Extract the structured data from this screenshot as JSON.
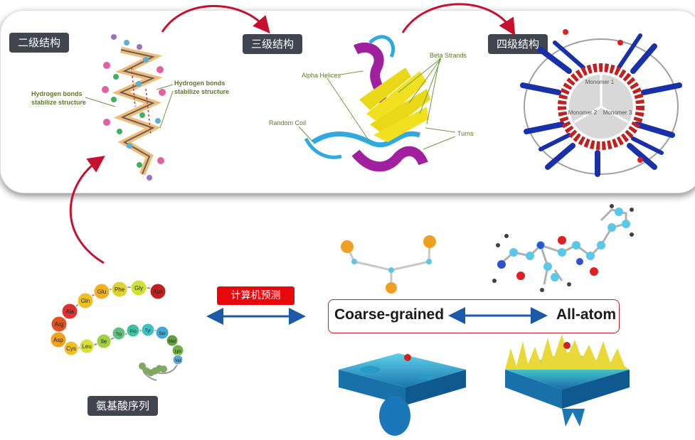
{
  "tags": {
    "secondary": "二级结构",
    "tertiary": "三级结构",
    "quaternary": "四级结构",
    "sequence": "氨基酸序列"
  },
  "helix_labels": {
    "left": "Hydrogen bonds stabilize structure",
    "right": "Hydrogen bonds stabilize structure"
  },
  "tertiary_labels": {
    "alpha": "Alpha Helices",
    "beta": "Beta Strands",
    "coil": "Random Coil",
    "turns": "Turns"
  },
  "monomers": {
    "m1": "Monomer 1",
    "m2": "Monomer 2",
    "m3": "Monomer 3"
  },
  "amino_acids": [
    "Asp",
    "Arg",
    "Ala",
    "Gln",
    "Glu",
    "Phe",
    "Gly",
    "Asn",
    "Cys",
    "Leu",
    "Ile",
    "Trp",
    "Pro",
    "Tyr",
    "Ser",
    "Met",
    "Lys",
    "Val"
  ],
  "prediction_label": "计算机预测",
  "models": {
    "coarse": "Coarse-grained",
    "allatom": "All-atom"
  },
  "colors": {
    "arrow_red": "#c8102e",
    "arrow_blue": "#1a5aa8",
    "tag_bg": "#404550",
    "accent_red": "#e8080c"
  }
}
